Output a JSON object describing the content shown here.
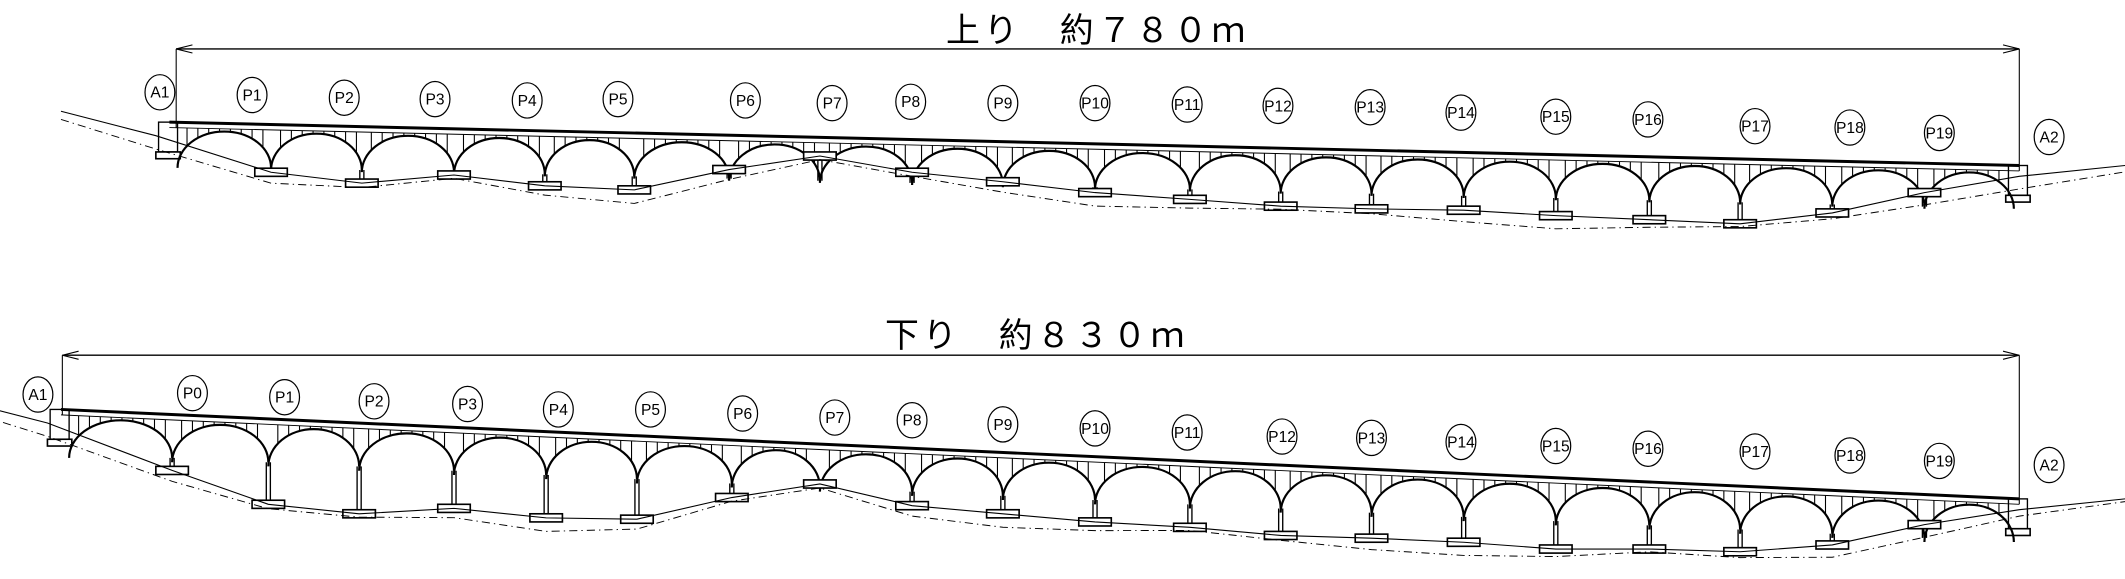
{
  "upper": {
    "title": "上り　約７８０ｍ",
    "labels": [
      "A1",
      "P1",
      "P2",
      "P3",
      "P4",
      "P5",
      "P6",
      "P7",
      "P8",
      "P9",
      "P10",
      "P11",
      "P12",
      "P13",
      "P14",
      "P15",
      "P16",
      "P17",
      "P18",
      "P19",
      "A2"
    ]
  },
  "lower": {
    "title": "下り　約８３０ｍ",
    "labels": [
      "A1",
      "P0",
      "P1",
      "P2",
      "P3",
      "P4",
      "P5",
      "P6",
      "P7",
      "P8",
      "P9",
      "P10",
      "P11",
      "P12",
      "P13",
      "P14",
      "P15",
      "P16",
      "P17",
      "P18",
      "P19",
      "A2"
    ]
  }
}
